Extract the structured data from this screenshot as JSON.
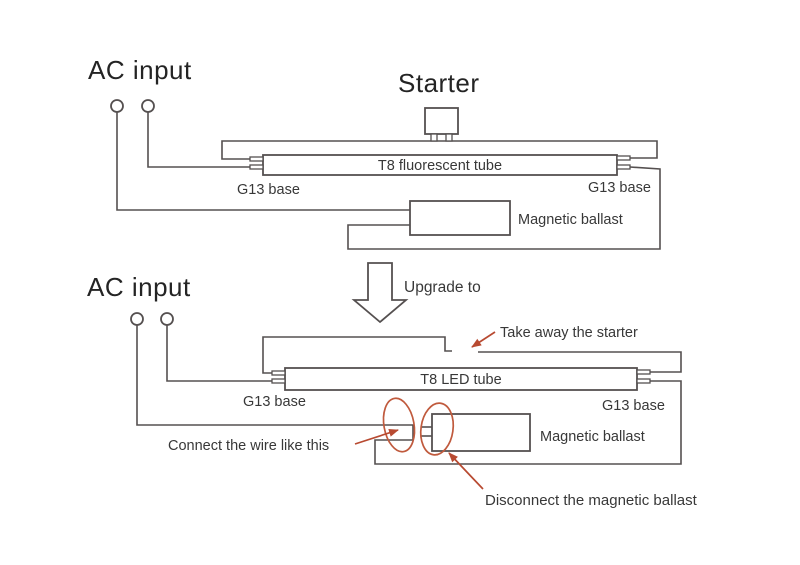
{
  "colors": {
    "background": "#ffffff",
    "line": "#555050",
    "text": "#333333",
    "accent_red": "#b84a31"
  },
  "top_diagram": {
    "ac_input_label": "AC input",
    "starter_label": "Starter",
    "tube_label": "T8 fluorescent tube",
    "g13_left_label": "G13 base",
    "g13_right_label": "G13 base",
    "ballast_label": "Magnetic ballast"
  },
  "transition": {
    "upgrade_label": "Upgrade to"
  },
  "bottom_diagram": {
    "ac_input_label": "AC input",
    "tube_label": "T8 LED tube",
    "g13_left_label": "G13 base",
    "g13_right_label": "G13 base",
    "ballast_label": "Magnetic ballast",
    "take_away_label": "Take away the starter",
    "connect_label": "Connect the wire like this",
    "disconnect_label": "Disconnect the magnetic ballast"
  }
}
